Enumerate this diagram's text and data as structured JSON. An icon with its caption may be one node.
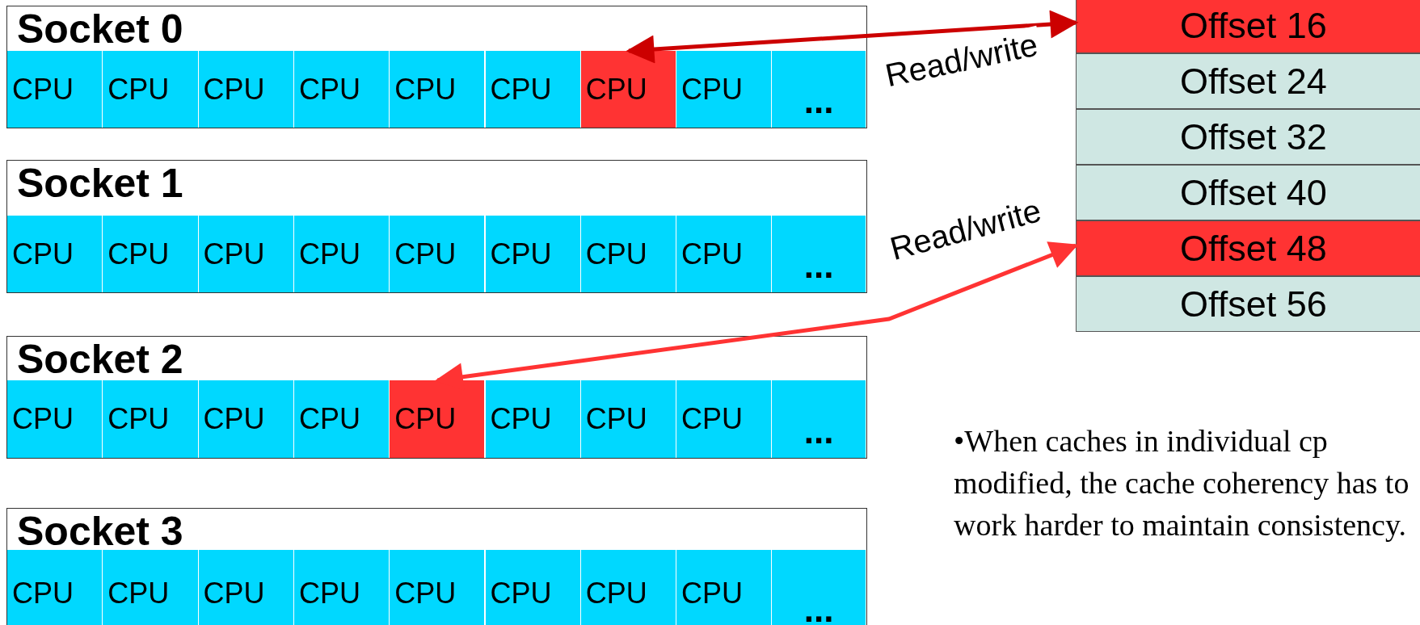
{
  "diagram": {
    "nodes": [
      {
        "text": [
          "Socket 0"
        ]
      },
      {
        "text": [
          "CPU"
        ],
        "in": 0
      },
      {
        "text": [
          "CPU"
        ],
        "in": 0
      },
      {
        "text": [
          "CPU"
        ],
        "in": 0
      },
      {
        "text": [
          "CPU"
        ],
        "in": 0
      },
      {
        "text": [
          "CPU"
        ],
        "in": 0
      },
      {
        "text": [
          "CPU"
        ],
        "in": 0
      },
      {
        "text": [
          "CPU"
        ],
        "in": 0
      },
      {
        "text": [
          "CPU"
        ],
        "in": 0
      },
      {
        "text": [
          "..."
        ],
        "in": 0
      },
      {
        "text": [
          "Socket 1"
        ]
      },
      {
        "text": [
          "CPU"
        ],
        "in": 10
      },
      {
        "text": [
          "CPU"
        ],
        "in": 10
      },
      {
        "text": [
          "CPU"
        ],
        "in": 10
      },
      {
        "text": [
          "CPU"
        ],
        "in": 10
      },
      {
        "text": [
          "CPU"
        ],
        "in": 10
      },
      {
        "text": [
          "CPU"
        ],
        "in": 10
      },
      {
        "text": [
          "CPU"
        ],
        "in": 10
      },
      {
        "text": [
          "CPU"
        ],
        "in": 10
      },
      {
        "text": [
          "..."
        ],
        "in": 10
      },
      {
        "text": [
          "Socket 2"
        ]
      },
      {
        "text": [
          "CPU"
        ],
        "in": 20
      },
      {
        "text": [
          "CPU"
        ],
        "in": 20
      },
      {
        "text": [
          "CPU"
        ],
        "in": 20
      },
      {
        "text": [
          "CPU"
        ],
        "in": 20
      },
      {
        "text": [
          "CPU"
        ],
        "in": 20
      },
      {
        "text": [
          "CPU"
        ],
        "in": 20
      },
      {
        "text": [
          "CPU"
        ],
        "in": 20
      },
      {
        "text": [
          "CPU"
        ],
        "in": 20
      },
      {
        "text": [
          "..."
        ],
        "in": 20
      },
      {
        "text": [
          "Socket 3"
        ]
      },
      {
        "text": [
          "CPU"
        ],
        "in": 30
      },
      {
        "text": [
          "CPU"
        ],
        "in": 30
      },
      {
        "text": [
          "CPU"
        ],
        "in": 30
      },
      {
        "text": [
          "CPU"
        ],
        "in": 30
      },
      {
        "text": [
          "CPU"
        ],
        "in": 30
      },
      {
        "text": [
          "CPU"
        ],
        "in": 30
      },
      {
        "text": [
          "CPU"
        ],
        "in": 30
      },
      {
        "text": [
          "CPU"
        ],
        "in": 30
      },
      {
        "text": [
          "..."
        ],
        "in": 30
      },
      {
        "text": [
          "Offset 16"
        ]
      },
      {
        "text": [
          "Offset 24"
        ]
      },
      {
        "text": [
          "Offset 32"
        ]
      },
      {
        "text": [
          "Offset 40"
        ]
      },
      {
        "text": [
          "Offset 48"
        ]
      },
      {
        "text": [
          "Offset 56"
        ]
      }
    ],
    "edges": [
      {
        "from": 7,
        "to": 40,
        "arrow": "both",
        "label": "Read/write",
        "color": "#cc0000"
      },
      {
        "from": 25,
        "to": 44,
        "arrow": "both",
        "label": "Read/write",
        "color": "#ff3333"
      }
    ],
    "labels": [
      "•When caches in individual cp modified, the cache coherency has to work harder to maintain consistency."
    ]
  }
}
